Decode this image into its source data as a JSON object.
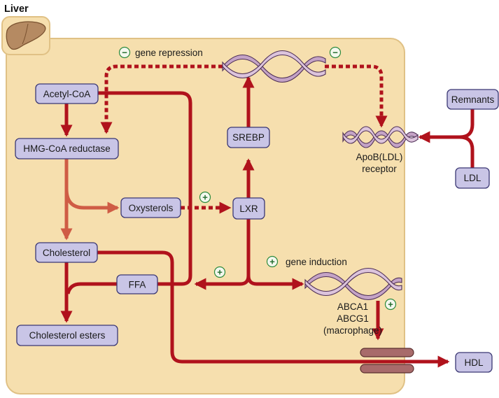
{
  "title": "Liver",
  "colors": {
    "cell_fill": "#f6dfae",
    "cell_border": "#e0c185",
    "pathway": "#b0121c",
    "synthesis": "#cf5c45",
    "node_fill": "#c9c5e6",
    "node_border": "#3b3874",
    "dna": "#c4a3c6",
    "regulation_sign": "#2d8a3c"
  },
  "icons": {
    "organ": "liver-icon"
  },
  "nodes": {
    "acetyl_coa": "Acetyl-CoA",
    "hmg_coa_reductase": "HMG-CoA reductase",
    "oxysterols": "Oxysterols",
    "lxr": "LXR",
    "srebp": "SREBP",
    "cholesterol": "Cholesterol",
    "ffa": "FFA",
    "cholesterol_esters": "Cholesterol esters",
    "remnants": "Remnants",
    "ldl": "LDL",
    "hdl": "HDL"
  },
  "labels": {
    "gene_repression": "gene repression",
    "gene_induction": "gene induction",
    "receptor_line1": "ApoB(LDL)",
    "receptor_line2": "receptor",
    "abca1": "ABCA1",
    "abcg1": "ABCG1",
    "macrophage": "(macrophage)"
  },
  "signs": {
    "negative": "−",
    "positive": "+"
  }
}
